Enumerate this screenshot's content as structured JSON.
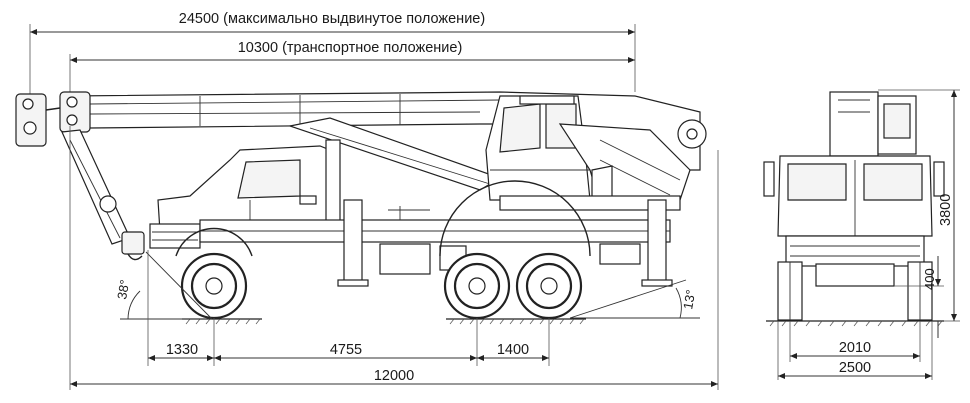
{
  "dimensions": {
    "max_extended": "24500 (максимально выдвинутое положение)",
    "transport": "10300 (транспортное положение)",
    "front_overhang": "1330",
    "wheelbase": "4755",
    "rear_axle_spacing": "1400",
    "overall_length": "12000",
    "track_width": "2010",
    "overall_width": "2500",
    "overall_height": "3800",
    "ground_clearance": "400"
  },
  "angles": {
    "approach": "38°",
    "departure": "13°"
  }
}
